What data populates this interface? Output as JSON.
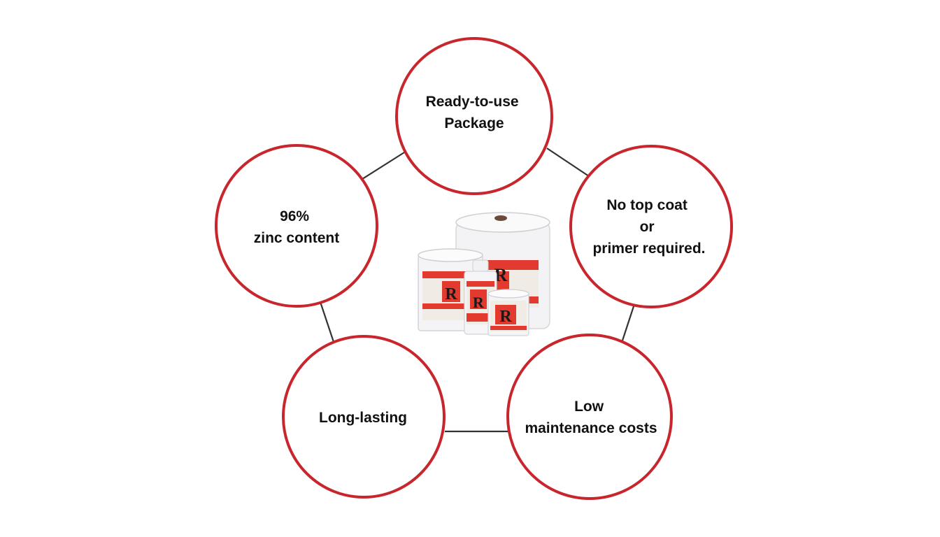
{
  "diagram": {
    "colors": {
      "circle_stroke": "#c8262c",
      "connector": "#333333",
      "label": "#111111",
      "can_red": "#e23a2e"
    },
    "nodes": [
      {
        "id": "ready-to-use",
        "lines": [
          "Ready-to-use",
          "Package"
        ]
      },
      {
        "id": "no-top-coat",
        "lines": [
          "No top coat",
          "or",
          "primer required."
        ]
      },
      {
        "id": "low-maintenance",
        "lines": [
          "Low",
          "maintenance costs"
        ]
      },
      {
        "id": "long-lasting",
        "lines": [
          "Long-lasting"
        ]
      },
      {
        "id": "zinc-content",
        "lines": [
          "96%",
          "zinc content"
        ]
      }
    ],
    "product": {
      "logo_letter": "R"
    }
  }
}
